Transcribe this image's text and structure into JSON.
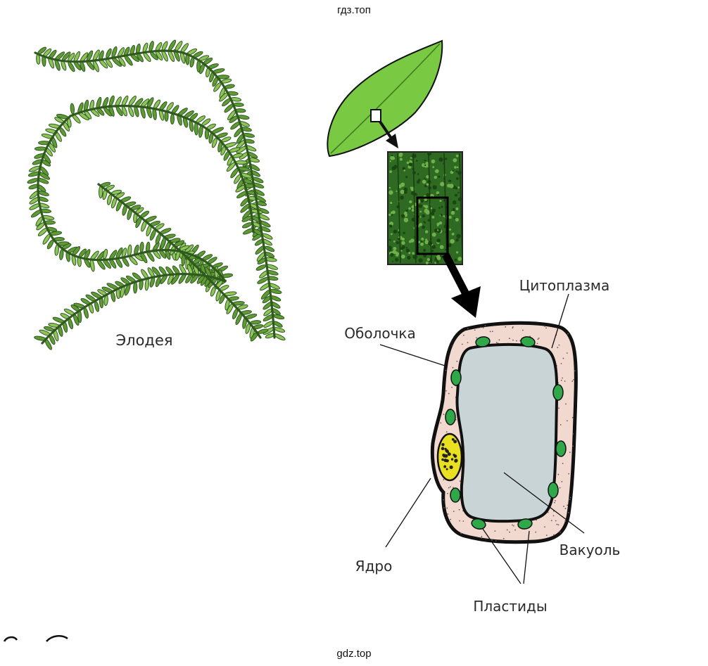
{
  "watermark": {
    "top": "гдз.топ",
    "bottom": "gdz.top"
  },
  "plant": {
    "label": "Элодея"
  },
  "cell_labels": {
    "cytoplasm": "Цитоплазма",
    "membrane": "Оболочка",
    "nucleus": "Ядро",
    "vacuole": "Вакуоль",
    "plastids": "Пластиды"
  },
  "colors": {
    "plant_dark": "#2f5a1e",
    "plant_leaf": "#5f9a36",
    "plant_leaf_light": "#8ec45a",
    "leaf_green": "#7ac943",
    "tissue_green": "#2e6a22",
    "cytoplasm_pink": "#f2d9d0",
    "vacuole_gray": "#c8d4d6",
    "nucleus_yellow": "#e8e020",
    "plastid_green": "#2fa84a",
    "outline": "#111111"
  },
  "icons": [
    "elodea-plant",
    "leaf",
    "leaf-tissue-sample",
    "plant-cell"
  ]
}
